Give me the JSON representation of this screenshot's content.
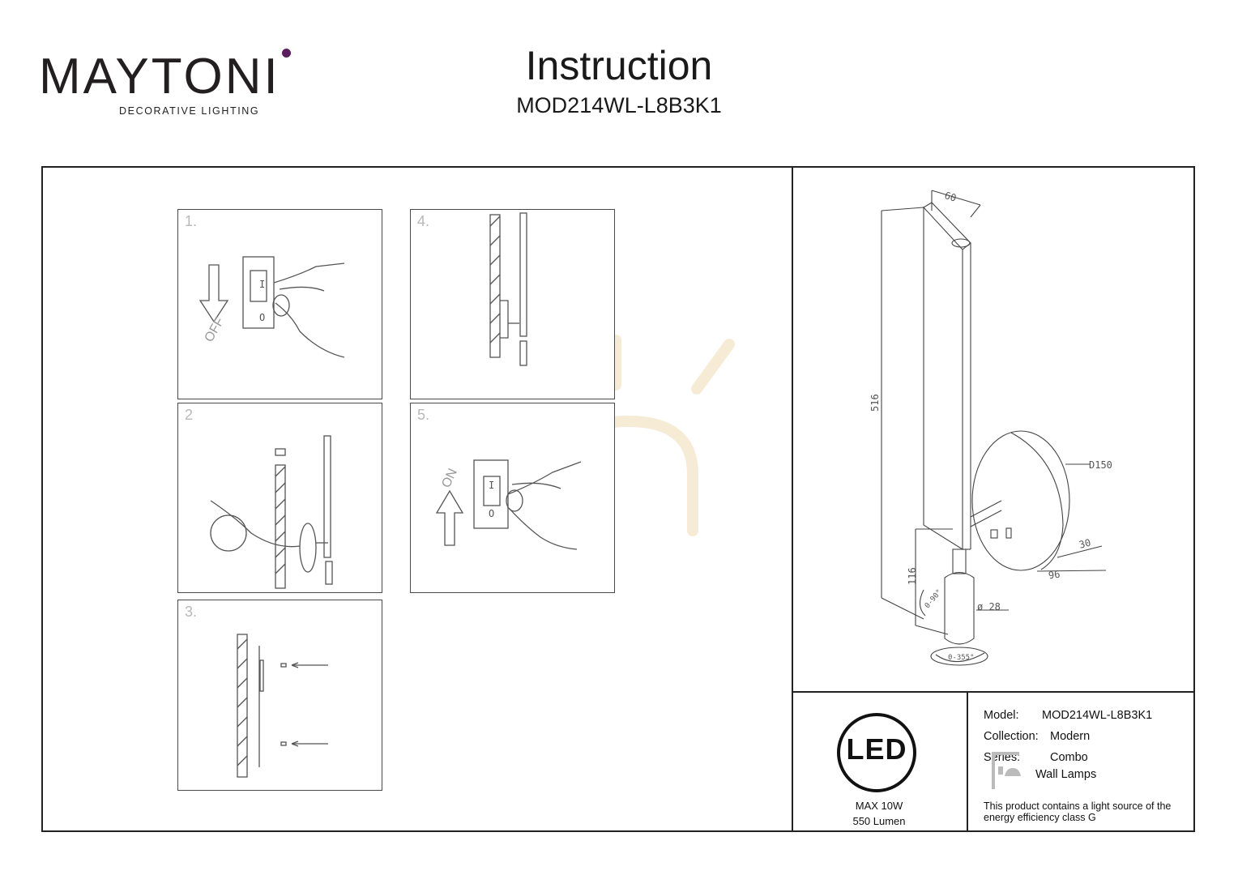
{
  "header": {
    "brand": "MAYTONI",
    "tagline": "DECORATIVE LIGHTING",
    "title": "Instruction",
    "model_code": "MOD214WL-L8B3K1"
  },
  "steps": [
    {
      "number": "1.",
      "caption": "OFF"
    },
    {
      "number": "2",
      "caption": ""
    },
    {
      "number": "3.",
      "caption": ""
    },
    {
      "number": "4.",
      "caption": ""
    },
    {
      "number": "5.",
      "caption": "ON"
    }
  ],
  "drawing": {
    "depth": "60",
    "height": "516",
    "base_diameter": "D150",
    "base_depth": "30",
    "projection": "96",
    "reading_light_height": "116",
    "tube_diameter": "ø 28",
    "tilt_range": "0-90°",
    "rotation_range": "0-355°"
  },
  "specs": {
    "led_label": "LED",
    "power": "MAX 10W",
    "lumen": "550 Lumen",
    "model_label": "Model:",
    "model_value": "MOD214WL-L8B3K1",
    "collection_label": "Collection:",
    "collection_value": "Modern",
    "series_label": "Series:",
    "series_value": "Combo",
    "category": "Wall Lamps",
    "energy_note": "This product contains a light source of the energy efficiency class G"
  }
}
